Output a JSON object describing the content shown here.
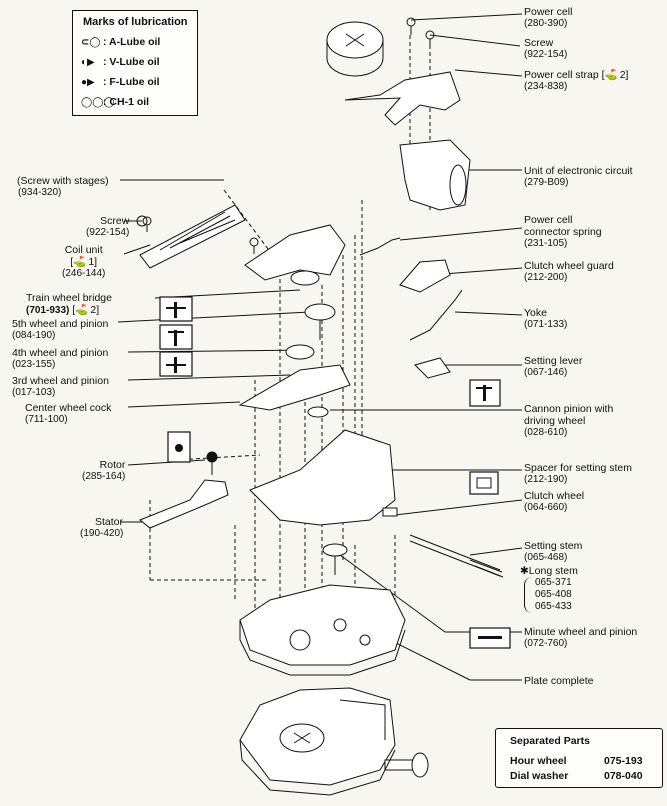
{
  "legend": {
    "title": "Marks of lubrication",
    "items": [
      {
        "symbol": "a-lube-icon",
        "label": ": A-Lube oil"
      },
      {
        "symbol": "v-lube-icon",
        "label": ": V-Lube oil"
      },
      {
        "symbol": "f-lube-icon",
        "label": ": F-Lube oil"
      },
      {
        "symbol": "ch1-oil-icon",
        "label": ": CH-1 oil"
      }
    ]
  },
  "parts_left": [
    {
      "name": "(Screw with stages)",
      "code": "(934-320)"
    },
    {
      "name": "Screw",
      "code": "(922-154)"
    },
    {
      "name": "Coil unit",
      "note": "[⛳ 1]",
      "code": "(246-144)"
    },
    {
      "name": "Train wheel bridge",
      "code": "(701-933)",
      "note": "[⛳ 2]"
    },
    {
      "name": "5th wheel and pinion",
      "code": "(084-190)"
    },
    {
      "name": "4th wheel and pinion",
      "code": "(023-155)"
    },
    {
      "name": "3rd wheel and pinion",
      "code": "(017-103)"
    },
    {
      "name": "Center wheel cock",
      "code": "(711-100)"
    },
    {
      "name": "Rotor",
      "code": "(285-164)"
    },
    {
      "name": "Stator",
      "code": "(190-420)"
    }
  ],
  "parts_right": [
    {
      "name": "Power cell",
      "code": "(280-390)"
    },
    {
      "name": "Screw",
      "code": "(922-154)"
    },
    {
      "name": "Power cell strap [⛳ 2]",
      "code": "(234-838)"
    },
    {
      "name": "Unit of electronic circuit",
      "code": "(279-B09)"
    },
    {
      "name": "Power cell",
      "name2": "connector spring",
      "code": "(231-105)"
    },
    {
      "name": "Clutch wheel guard",
      "code": "(212-200)"
    },
    {
      "name": "Yoke",
      "code": "(071-133)"
    },
    {
      "name": "Setting lever",
      "code": "(067-146)"
    },
    {
      "name": "Cannon pinion with",
      "name2": "driving wheel",
      "code": "(028-610)"
    },
    {
      "name": "Spacer for setting stem",
      "code": "(212-190)"
    },
    {
      "name": "Clutch wheel",
      "code": "(064-660)"
    },
    {
      "name": "Setting stem",
      "code": "(065-468)"
    },
    {
      "name": "✱Long stem",
      "codes": [
        "065-371",
        "065-408",
        "065-433"
      ]
    },
    {
      "name": "Minute wheel and pinion",
      "code": "(072-760)"
    },
    {
      "name": "Plate complete",
      "code": ""
    }
  ],
  "separated": {
    "title": "Separated Parts",
    "rows": [
      {
        "name": "Hour wheel",
        "code": "075-193"
      },
      {
        "name": "Dial washer",
        "code": "078-040"
      }
    ]
  }
}
